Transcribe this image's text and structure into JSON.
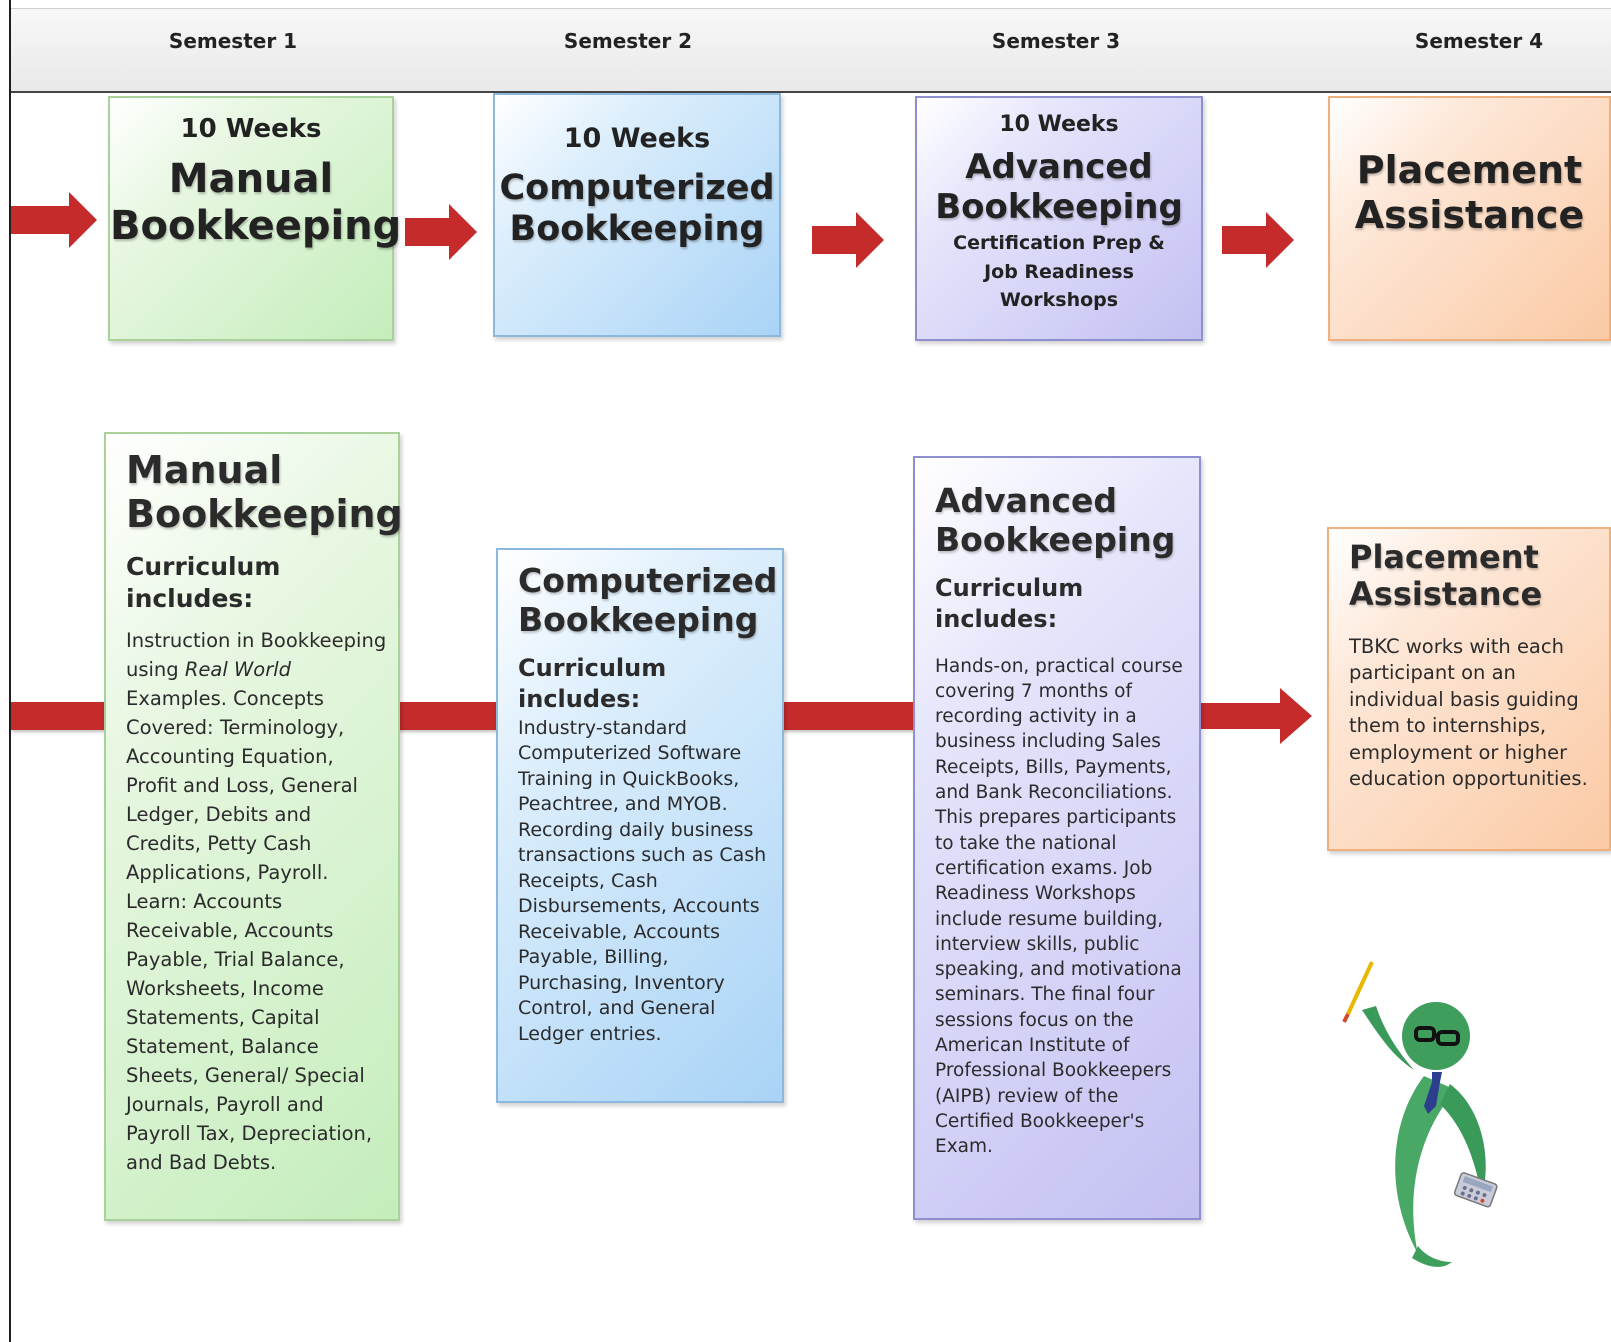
{
  "header": {
    "semesters": [
      "Semester 1",
      "Semester 2",
      "Semester 3",
      "Semester 4"
    ]
  },
  "top_row": {
    "manual": {
      "weeks": "10 Weeks",
      "title_line1": "Manual",
      "title_line2": "Bookkeeping"
    },
    "computerized": {
      "weeks": "10 Weeks",
      "title_line1": "Computerized",
      "title_line2": "Bookkeeping"
    },
    "advanced": {
      "weeks": "10 Weeks",
      "title_line1": "Advanced",
      "title_line2": "Bookkeeping",
      "sub_line1": "Certification Prep &",
      "sub_line2": "Job Readiness",
      "sub_line3": "Workshops"
    },
    "placement": {
      "title_line1": "Placement",
      "title_line2": "Assistance"
    }
  },
  "details": {
    "manual": {
      "title_line1": "Manual",
      "title_line2": "Bookkeeping",
      "sub_line1": "Curriculum",
      "sub_line2": "includes:",
      "body_before_italic": "Instruction in Bookkeeping using ",
      "body_italic_1": "Real World",
      "body_after_italic": " Examples. Concepts Covered: Terminology, Accounting Equation, Profit and Loss, General Ledger, Debits and Credits, Petty Cash Applications, Payroll. Learn: Accounts Receivable, Accounts Payable, Trial Balance, Worksheets, Income Statements, Capital Statement, Balance Sheets, General/ Special Journals, Payroll and Payroll Tax, Depreciation, and Bad Debts."
    },
    "computerized": {
      "title_line1": "Computerized",
      "title_line2": "Bookkeeping",
      "sub_line1": "Curriculum",
      "sub_line2": "includes:",
      "body": "Industry-standard Computerized Software Training in QuickBooks, Peachtree, and MYOB. Recording daily business transactions such as Cash Receipts, Cash Disbursements, Accounts Receivable, Accounts Payable, Billing, Purchasing, Inventory Control, and General Ledger entries."
    },
    "advanced": {
      "title_line1": "Advanced",
      "title_line2": "Bookkeeping",
      "sub_line1": "Curriculum",
      "sub_line2": "includes:",
      "body": "Hands-on, practical course covering 7 months of recording activity in a business including Sales Receipts, Bills, Payments, and Bank Reconciliations. This prepares participants to take the national certification exams. Job Readiness Workshops include resume building, interview skills, public speaking, and motivational seminars. The final four sessions focus on the American Institute of Professional Bookkeepers (AIPB) review of the Certified Bookkeeper's Exam."
    },
    "placement": {
      "title_line1": "Placement",
      "title_line2": "Assistance",
      "body": "TBKC works with each participant on an individual basis guiding them to internships, employment or higher education opportunities."
    }
  },
  "colors": {
    "arrow": "#c62b2b",
    "green": "#c4edbb",
    "blue": "#a9d3f6",
    "purple": "#c3c0f2",
    "orange": "#fbc9a4"
  },
  "icons": {
    "mascot": "graduate-mascot-icon"
  }
}
